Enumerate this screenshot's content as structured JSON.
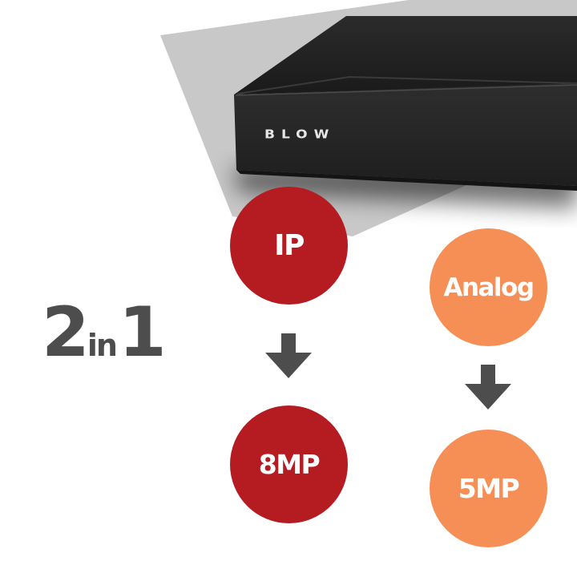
{
  "device": {
    "brand": "BLOW"
  },
  "tagline": {
    "left": "2",
    "middle": "in",
    "right": "1"
  },
  "ip_column": {
    "top_label": "IP",
    "bottom_label": "8MP",
    "color": "#b51c22"
  },
  "analog_column": {
    "top_label": "Analog",
    "bottom_label": "5MP",
    "color": "#f58f55"
  },
  "colors": {
    "text_dark": "#4d4d4d",
    "arrow": "#4d4d4d",
    "device_body": "#232323",
    "paper": "#c8c8c8"
  },
  "icons": [
    "arrow-down-icon",
    "arrow-down-icon"
  ]
}
